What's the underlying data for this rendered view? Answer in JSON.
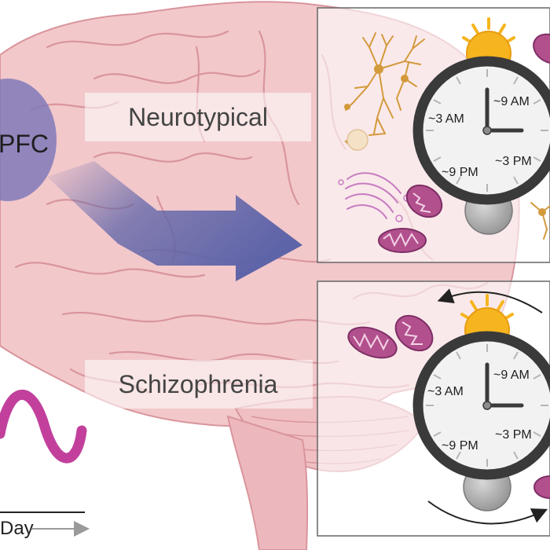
{
  "region_label": "PFC",
  "conditions": {
    "top": "Neurotypical",
    "bottom": "Schizophrenia"
  },
  "clock_labels": {
    "am9": "~9 AM",
    "am3": "~3 AM",
    "pm3": "~3 PM",
    "pm9": "~9 PM"
  },
  "axis_label": "Day",
  "icons": {
    "sun": "sun-icon",
    "moon": "moon-icon",
    "mitochondrion": "mitochondrion-icon",
    "neuron": "neuron-icon",
    "golgi": "golgi-icon"
  },
  "colors": {
    "brain_fill": "#f2c8cb",
    "brain_stroke": "#d9959c",
    "pfc": "#7d76b8",
    "arrow": "#5e64a8",
    "clock_rim": "#3a3a3a",
    "sun": "#f6b51e",
    "moon": "#a8a8a8",
    "mitochondria": "#b2508d",
    "wave": "#c2409c",
    "neuron": "#d39a3c"
  }
}
